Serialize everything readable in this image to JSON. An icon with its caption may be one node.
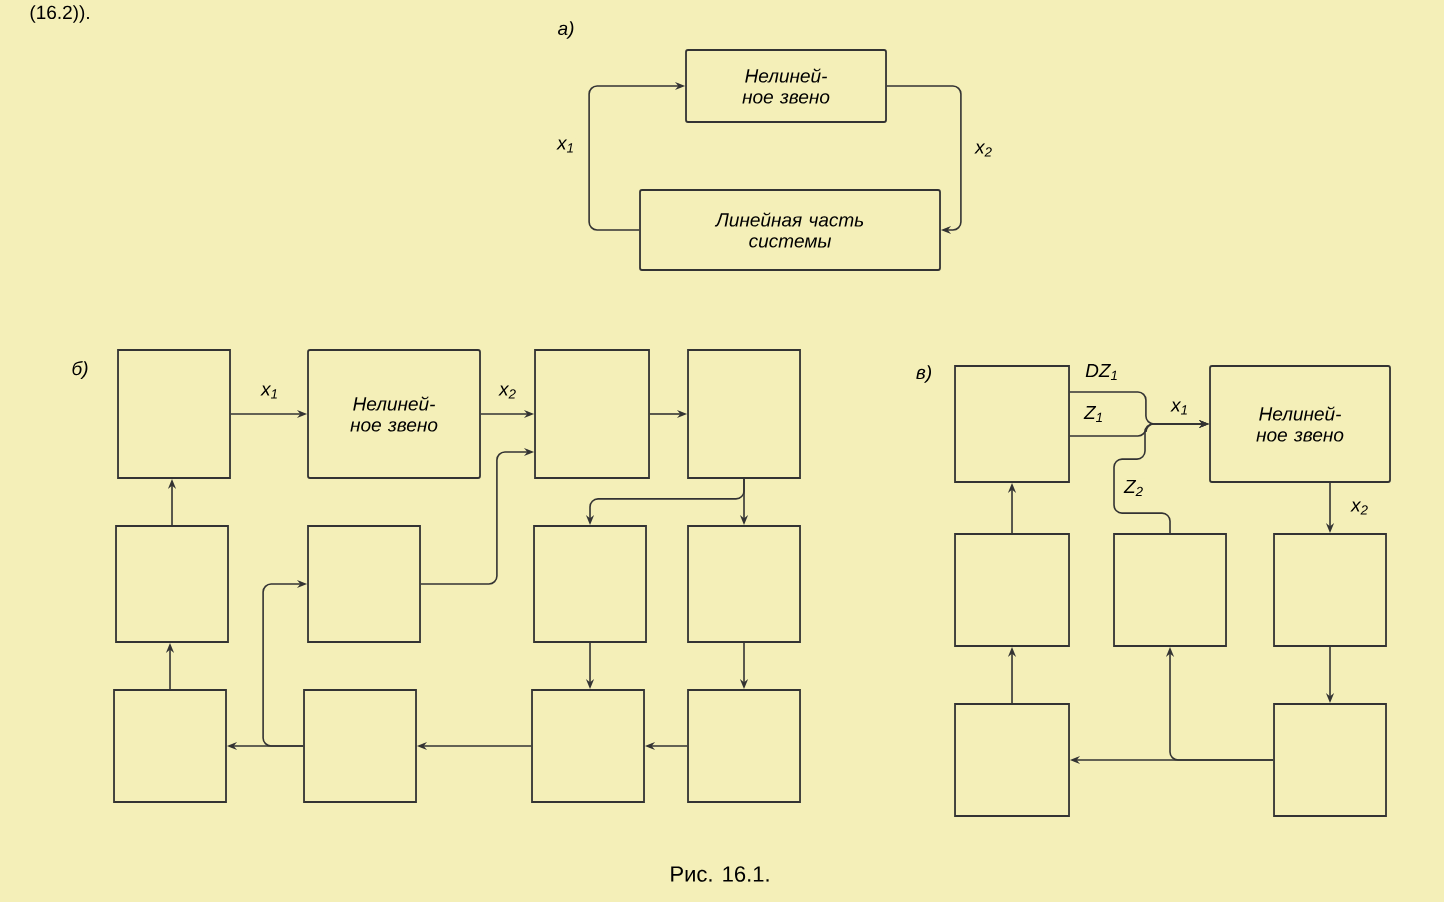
{
  "diagram": {
    "caption": "Рис. 16.1.",
    "nodes": [
      {
        "text": [
          "Нелиней- ное звено"
        ]
      },
      {
        "text": [
          "Линейная часть системы"
        ]
      },
      {
        "text": [],
        "shape": "box"
      },
      {
        "text": [
          "Нелиней- ное звено"
        ]
      },
      {
        "text": [],
        "shape": "box"
      },
      {
        "text": [],
        "shape": "box"
      },
      {
        "text": [],
        "shape": "box"
      },
      {
        "text": [],
        "shape": "box"
      },
      {
        "text": [],
        "shape": "box"
      },
      {
        "text": [],
        "shape": "box"
      },
      {
        "text": [],
        "shape": "box"
      },
      {
        "text": [],
        "shape": "box"
      },
      {
        "text": [],
        "shape": "box"
      },
      {
        "text": [],
        "shape": "box"
      },
      {
        "text": [],
        "shape": "box"
      },
      {
        "text": [
          "Нелиней- ное звено"
        ]
      },
      {
        "text": [],
        "shape": "box"
      },
      {
        "text": [],
        "shape": "box"
      },
      {
        "text": [],
        "shape": "box"
      },
      {
        "text": [],
        "shape": "box"
      },
      {
        "text": [],
        "shape": "box"
      }
    ],
    "edges": [
      {
        "from": 0,
        "to": 1,
        "arrow": "to",
        "label": "x$_{2}$"
      },
      {
        "from": 1,
        "to": 0,
        "arrow": "to",
        "label": "x$_{1}$"
      },
      {
        "from": 2,
        "to": 3,
        "arrow": "to",
        "label": "x$_{1}$"
      },
      {
        "from": 3,
        "to": 4,
        "arrow": "to",
        "label": "x$_{2}$"
      },
      {
        "from": 4,
        "to": 5,
        "arrow": "to"
      },
      {
        "from": 5,
        "to": 9,
        "arrow": "to"
      },
      {
        "from": 5,
        "to": 8,
        "arrow": "to"
      },
      {
        "from": 8,
        "to": 12,
        "arrow": "to"
      },
      {
        "from": 9,
        "to": 13,
        "arrow": "to"
      },
      {
        "from": 13,
        "to": 12,
        "arrow": "to"
      },
      {
        "from": 12,
        "to": 11,
        "arrow": "to"
      },
      {
        "from": 11,
        "to": 10,
        "arrow": "to"
      },
      {
        "from": 11,
        "to": 7,
        "arrow": "to"
      },
      {
        "from": 7,
        "to": 4,
        "arrow": "to"
      },
      {
        "from": 10,
        "to": 6,
        "arrow": "to"
      },
      {
        "from": 6,
        "to": 2,
        "arrow": "to"
      },
      {
        "from": 14,
        "to": 15,
        "arrow": "to",
        "label": "DZ$_{1}$"
      },
      {
        "from": 14,
        "to": 15,
        "arrow": "to",
        "label": "Z$_{1}$"
      },
      {
        "from": 17,
        "to": 15,
        "arrow": "to",
        "label": "Z$_{2}$"
      },
      {
        "from": 15,
        "to": 18,
        "arrow": "to",
        "label": "x$_{2}$"
      },
      {
        "from": 18,
        "to": 20,
        "arrow": "to"
      },
      {
        "from": 20,
        "to": 19,
        "arrow": "to"
      },
      {
        "from": 20,
        "to": 17,
        "arrow": "to"
      },
      {
        "from": 19,
        "to": 16,
        "arrow": "to"
      },
      {
        "from": 16,
        "to": 14,
        "arrow": "to"
      }
    ],
    "labels": [
      "(16.2)).",
      "а)",
      "б)",
      "в)",
      "x$_{1}$"
    ]
  }
}
